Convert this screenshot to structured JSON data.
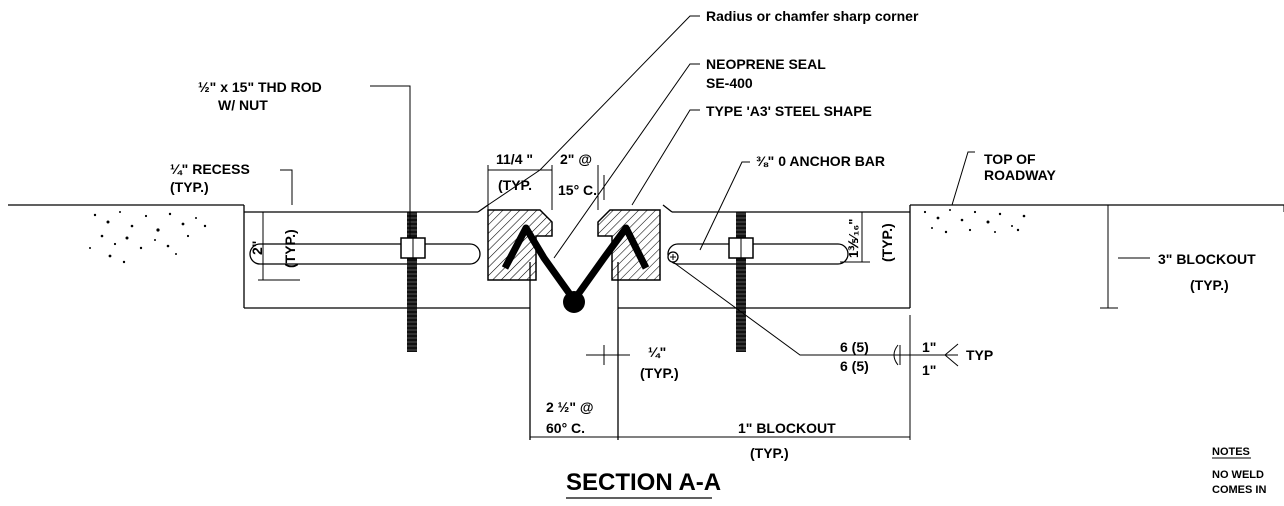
{
  "title": "SECTION A-A",
  "callouts": {
    "radius_chamfer": "Radius or chamfer sharp corner",
    "neoprene_seal_1": "NEOPRENE SEAL",
    "neoprene_seal_2": "SE-400",
    "steel_shape": "TYPE 'A3' STEEL SHAPE",
    "rod_1": "½\" x 15\" THD ROD",
    "rod_2": "W/ NUT",
    "recess_1": "¼\" RECESS",
    "recess_2": "(TYP.)",
    "anchor_bar": "⅜\" 0 ANCHOR BAR",
    "roadway_1": "TOP OF",
    "roadway_2": "ROADWAY",
    "blockout3_1": "3\" BLOCKOUT",
    "blockout3_2": "(TYP.)"
  },
  "dimensions": {
    "d_114": "11/4 \"",
    "d_114_typ": "(TYP.",
    "d_2at": "2\" @",
    "d_15c": "15° C.",
    "d_2in": "2\"",
    "d_2in_typ": "(TYP.)",
    "d_1316": "1⅗⁄₁₆\"",
    "d_1316_typ": "(TYP.)",
    "d_quarter": "¼\"",
    "d_quarter_typ": "(TYP.)",
    "d_212": "2 ½\" @",
    "d_60c": "60° C.",
    "d_1blockout": "1\" BLOCKOUT",
    "d_1blockout_typ": "(TYP.)"
  },
  "weld": {
    "top": "6  (5)",
    "bottom": "6  (5)",
    "len_top": "1\"",
    "len_bottom": "1\"",
    "tail": "TYP"
  },
  "notes": {
    "heading": "NOTES",
    "line1": "NO WELD",
    "line2": "COMES IN"
  }
}
